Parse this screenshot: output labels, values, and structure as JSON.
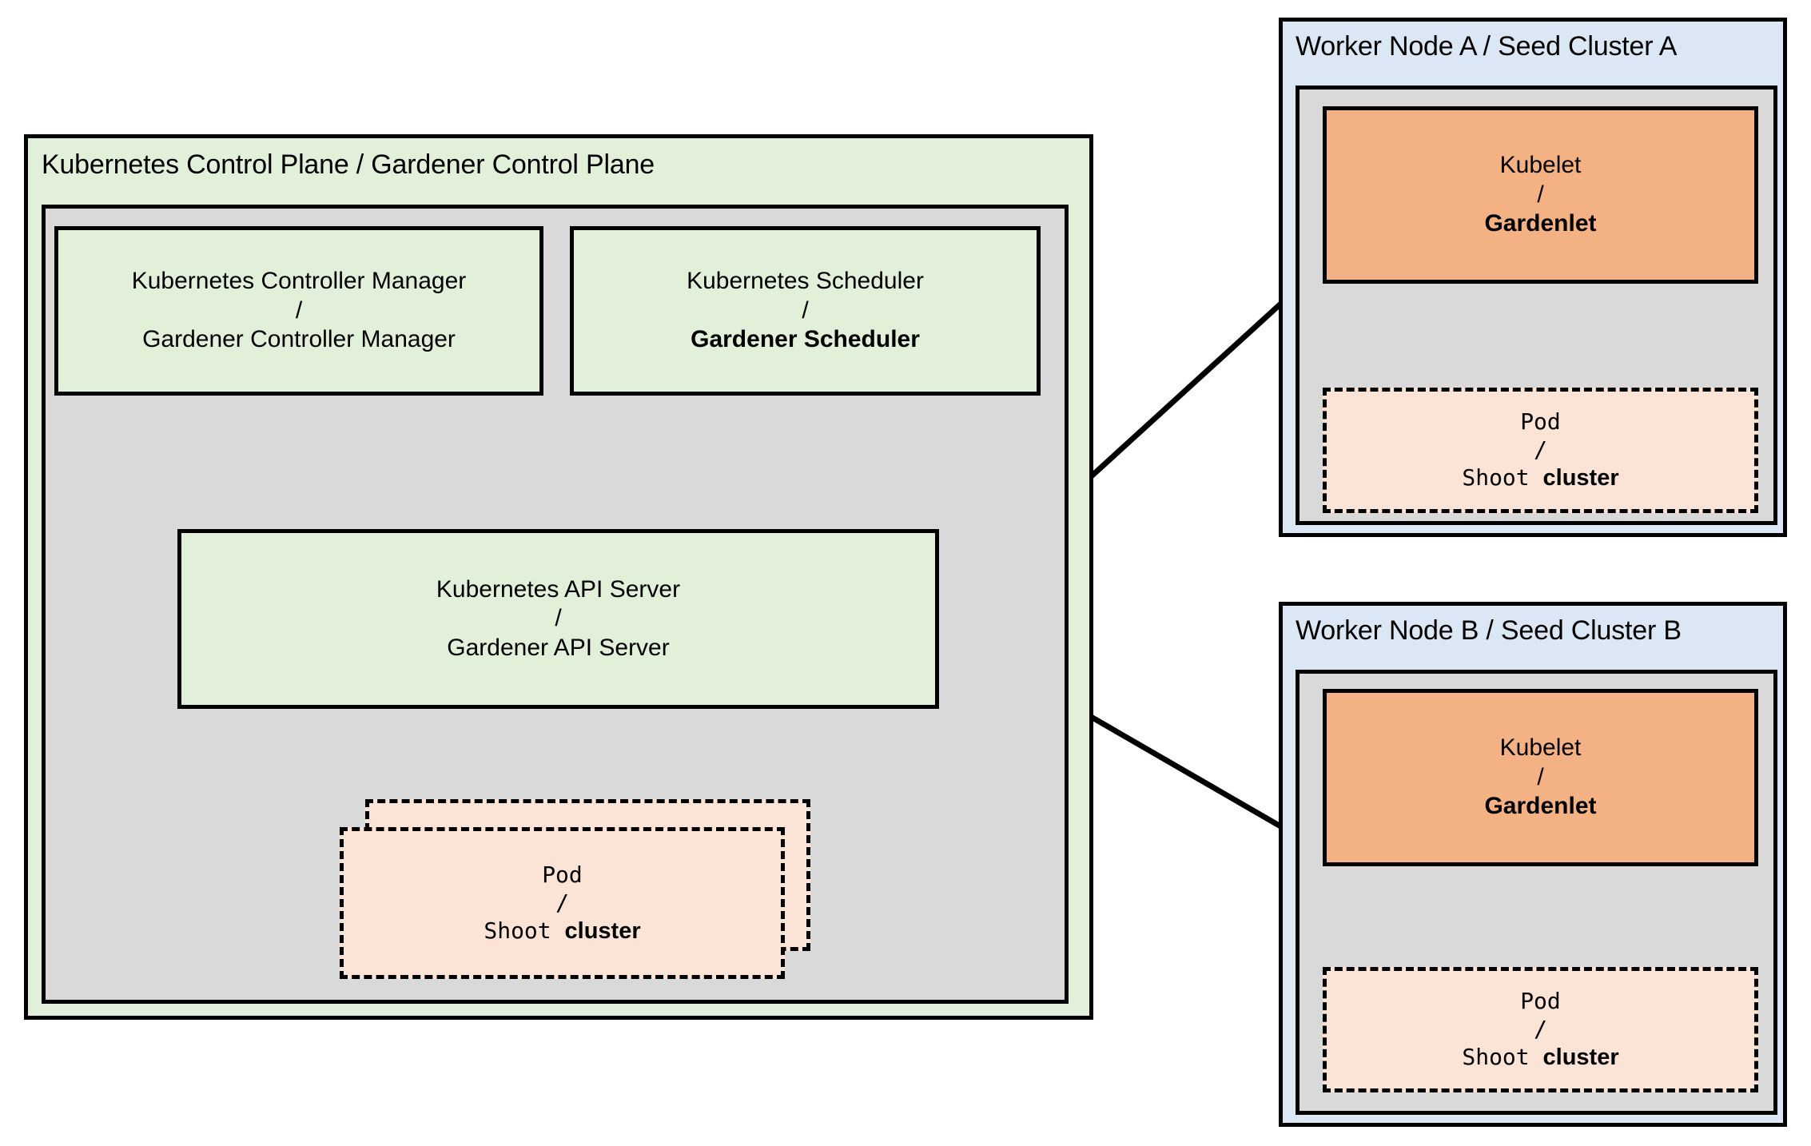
{
  "diagram": {
    "title_semantic": "Gardener architecture: Kubernetes Control Plane and Seed Clusters",
    "colors": {
      "green_fill": "#e2efd9",
      "gray_fill": "#d9d9d9",
      "blue_fill": "#dbe7f5",
      "orange_fill": "#f4b183",
      "pod_fill": "#fbe3d5",
      "stroke": "#000000"
    }
  },
  "control_plane": {
    "title": "Kubernetes Control Plane / Gardener Control Plane",
    "controller_manager": {
      "line1": "Kubernetes Controller Manager",
      "separator": "/",
      "line2": "Gardener Controller Manager",
      "line2_bold": false
    },
    "scheduler": {
      "line1": "Kubernetes Scheduler",
      "separator": "/",
      "line2": "Gardener Scheduler",
      "line2_bold": true
    },
    "api_server": {
      "line1": "Kubernetes API Server",
      "separator": "/",
      "line2": "Gardener API Server",
      "line2_bold": false
    },
    "pod": {
      "line1": "Pod",
      "separator": "/",
      "line2_mono": "Shoot",
      "line2_bold": "cluster"
    }
  },
  "seed_clusters": [
    {
      "title": "Worker Node A / Seed Cluster A",
      "kubelet": {
        "line1": "Kubelet",
        "separator": "/",
        "line2": "Gardenlet",
        "line2_bold": true
      },
      "pod": {
        "line1": "Pod",
        "separator": "/",
        "line2_mono": "Shoot",
        "line2_bold": "cluster"
      }
    },
    {
      "title": "Worker Node B / Seed Cluster B",
      "kubelet": {
        "line1": "Kubelet",
        "separator": "/",
        "line2": "Gardenlet",
        "line2_bold": true
      },
      "pod": {
        "line1": "Pod",
        "separator": "/",
        "line2_mono": "Shoot",
        "line2_bold": "cluster"
      }
    }
  ],
  "connections": [
    {
      "name": "controller-manager-to-api-server",
      "style": "solid"
    },
    {
      "name": "scheduler-to-api-server",
      "style": "solid"
    },
    {
      "name": "control-plane-pod-to-api-server",
      "style": "dotted"
    },
    {
      "name": "seed-a-to-api-server",
      "style": "solid"
    },
    {
      "name": "seed-b-to-api-server",
      "style": "solid"
    },
    {
      "name": "gardenlet-a-to-pod-a",
      "style": "dotted"
    },
    {
      "name": "gardenlet-b-to-pod-b",
      "style": "dotted"
    }
  ]
}
